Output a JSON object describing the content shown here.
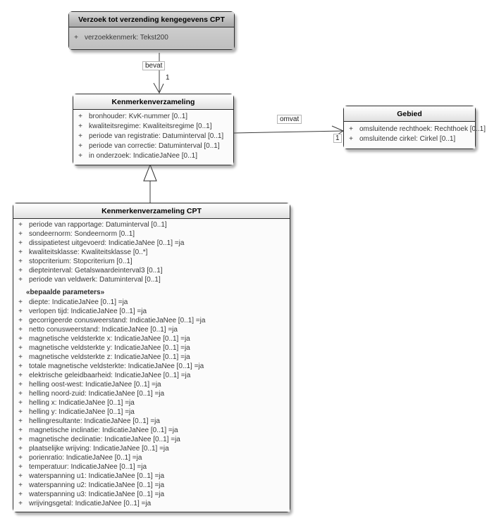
{
  "diagram": {
    "type": "uml-class-diagram",
    "colors": {
      "background": "#ffffff",
      "box_border": "#2b2b2b",
      "gray_class_fill": "#c6c6c6",
      "light_class_fill": "#fbfbfb",
      "connector_line": "#3c3c3c",
      "label_border": "#b5b5b5"
    }
  },
  "boxes": {
    "verzoek": {
      "title": "Verzoek tot verzending kengegevens CPT",
      "attributes": [
        {
          "m": "+",
          "t": "verzoekkenmerk: Tekst200"
        }
      ]
    },
    "kenmerkenverzameling": {
      "title": "Kenmerkenverzameling",
      "attributes": [
        {
          "m": "+",
          "t": "bronhouder: KvK-nummer [0..1]"
        },
        {
          "m": "+",
          "t": "kwaliteitsregime: Kwaliteitsregime [0..1]"
        },
        {
          "m": "+",
          "t": "periode van registratie: Datuminterval [0..1]"
        },
        {
          "m": "+",
          "t": "periode van correctie: Datuminterval [0..1]"
        },
        {
          "m": "+",
          "t": "in onderzoek: IndicatieJaNee [0..1]"
        }
      ]
    },
    "gebied": {
      "title": "Gebied",
      "attributes": [
        {
          "m": "+",
          "t": "omsluitende rechthoek: Rechthoek [0..1]"
        },
        {
          "m": "+",
          "t": "omsluitende cirkel: Cirkel [0..1]"
        }
      ]
    },
    "cpt": {
      "title": "Kenmerkenverzameling CPT",
      "attributes": [
        {
          "m": "+",
          "t": "periode van rapportage: Datuminterval [0..1]"
        },
        {
          "m": "+",
          "t": "sondeernorm: Sondeernorm [0..1]"
        },
        {
          "m": "+",
          "t": "dissipatietest uitgevoerd: IndicatieJaNee [0..1] =ja"
        },
        {
          "m": "+",
          "t": "kwaliteitsklasse: Kwaliteitsklasse [0..*]"
        },
        {
          "m": "+",
          "t": "stopcriterium: Stopcriterium [0..1]"
        },
        {
          "m": "+",
          "t": "diepteinterval: Getalswaardeinterval3 [0..1]"
        },
        {
          "m": "+",
          "t": "periode van veldwerk: Datuminterval [0..1]"
        },
        {
          "m": "",
          "t": "«bepaalde parameters»",
          "cls": "stereo"
        },
        {
          "m": "+",
          "t": "diepte: IndicatieJaNee [0..1] =ja"
        },
        {
          "m": "+",
          "t": "verlopen tijd: IndicatieJaNee [0..1] =ja"
        },
        {
          "m": "+",
          "t": "gecorrigeerde conusweerstand: IndicatieJaNee [0..1] =ja"
        },
        {
          "m": "+",
          "t": "netto conusweerstand: IndicatieJaNee [0..1] =ja"
        },
        {
          "m": "+",
          "t": "magnetische veldsterkte x: IndicatieJaNee [0..1] =ja"
        },
        {
          "m": "+",
          "t": "magnetische veldsterkte y: IndicatieJaNee [0..1] =ja"
        },
        {
          "m": "+",
          "t": "magnetische veldsterkte z: IndicatieJaNee [0..1] =ja"
        },
        {
          "m": "+",
          "t": "totale magnetische veldsterkte: IndicatieJaNee [0..1] =ja"
        },
        {
          "m": "+",
          "t": "elektrische geleidbaarheid: IndicatieJaNee [0..1] =ja"
        },
        {
          "m": "+",
          "t": "helling oost-west: IndicatieJaNee [0..1] =ja"
        },
        {
          "m": "+",
          "t": "helling noord-zuid: IndicatieJaNee [0..1] =ja"
        },
        {
          "m": "+",
          "t": "helling x: IndicatieJaNee [0..1] =ja"
        },
        {
          "m": "+",
          "t": "helling y: IndicatieJaNee [0..1] =ja"
        },
        {
          "m": "+",
          "t": "hellingresultante: IndicatieJaNee [0..1] =ja"
        },
        {
          "m": "+",
          "t": "magnetische inclinatie: IndicatieJaNee [0..1] =ja"
        },
        {
          "m": "+",
          "t": "magnetische declinatie: IndicatieJaNee [0..1] =ja"
        },
        {
          "m": "+",
          "t": "plaatselijke wrijving: IndicatieJaNee [0..1] =ja"
        },
        {
          "m": "+",
          "t": "porienratio: IndicatieJaNee [0..1] =ja"
        },
        {
          "m": "+",
          "t": "temperatuur: IndicatieJaNee [0..1] =ja"
        },
        {
          "m": "+",
          "t": "waterspanning u1: IndicatieJaNee [0..1] =ja"
        },
        {
          "m": "+",
          "t": "waterspanning u2: IndicatieJaNee [0..1] =ja"
        },
        {
          "m": "+",
          "t": "waterspanning u3: IndicatieJaNee [0..1] =ja"
        },
        {
          "m": "+",
          "t": "wrijvingsgetal: IndicatieJaNee [0..1] =ja"
        }
      ]
    }
  },
  "edges": {
    "bevat": {
      "label": "bevat",
      "multiplicity": "1"
    },
    "omvat": {
      "label": "omvat",
      "multiplicity": "1"
    },
    "generalization": {
      "label": ""
    }
  }
}
